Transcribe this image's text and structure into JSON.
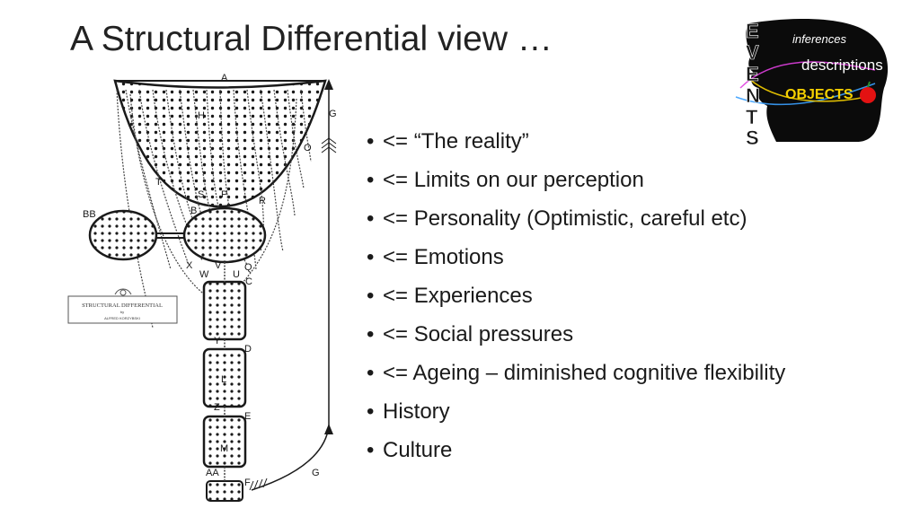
{
  "title": "A Structural Differential view …",
  "bullets": [
    "<= “The reality”",
    "<= Limits on our perception",
    "<= Personality (Optimistic, careful etc)",
    "<= Emotions",
    "<= Experiences",
    "<= Social pressures",
    "<= Ageing – diminished cognitive flexibility",
    "History",
    "Culture"
  ],
  "diagram": {
    "labels": {
      "a": "A",
      "g_top": "G",
      "o": "O",
      "h": "H",
      "t": "T",
      "s": "S",
      "p": "P",
      "r": "R",
      "bb": "BB",
      "b": "B",
      "x": "X",
      "w": "W",
      "v": "V",
      "u": "U",
      "q": "Q",
      "c": "C",
      "y": "Y",
      "d": "D",
      "l": "L",
      "z": "Z",
      "e": "E",
      "m": "M",
      "aa": "AA",
      "f": "F",
      "g_bottom": "G"
    },
    "plaque": {
      "line1": "STRUCTURAL DIFFERENTIAL",
      "line2": "by",
      "line3": "ALFRED KORZYBSKI"
    }
  },
  "events_image": {
    "letters": [
      "E",
      "V",
      "E",
      "N",
      "T",
      "S"
    ],
    "word_inferences": "inferences",
    "word_descriptions": "descriptions",
    "word_objects": "OBJECTS"
  },
  "colors": {
    "ink": "#1a1a1a",
    "head": "#0b0b0b",
    "objects_yellow": "#f5d000",
    "apple_red": "#e31212"
  }
}
